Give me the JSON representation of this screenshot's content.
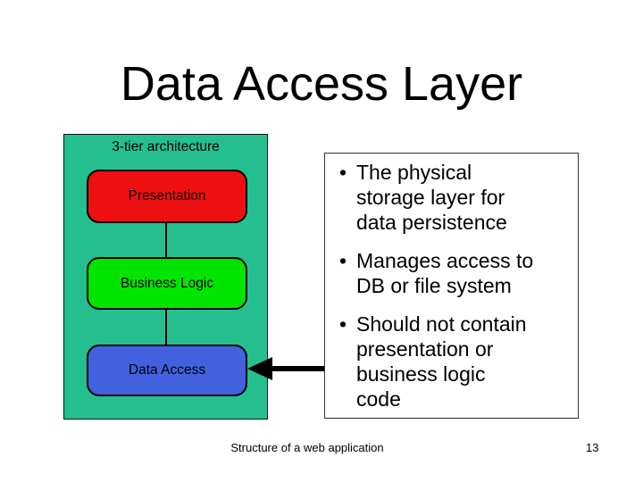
{
  "slide": {
    "title": "Data Access Layer",
    "background_color": "#ffffff"
  },
  "diagram": {
    "title": "3-tier architecture",
    "container_color": "#25bf8f",
    "tiers": [
      {
        "label": "Presentation",
        "color": "#ee1010"
      },
      {
        "label": "Business Logic",
        "color": "#00e500"
      },
      {
        "label": "Data Access",
        "color": "#4161de"
      }
    ],
    "arrow": {
      "direction": "left",
      "color": "#000000",
      "points_to": "Data Access"
    }
  },
  "notes": {
    "bullet_char": "•",
    "items": [
      {
        "text": "The physical\nstorage layer for\ndata persistence"
      },
      {
        "text": "Manages access to\nDB or file system"
      },
      {
        "text": "Should not contain\npresentation or\nbusiness logic\ncode"
      }
    ]
  },
  "footer": {
    "text": "Structure of a web application",
    "page_number": "13"
  }
}
